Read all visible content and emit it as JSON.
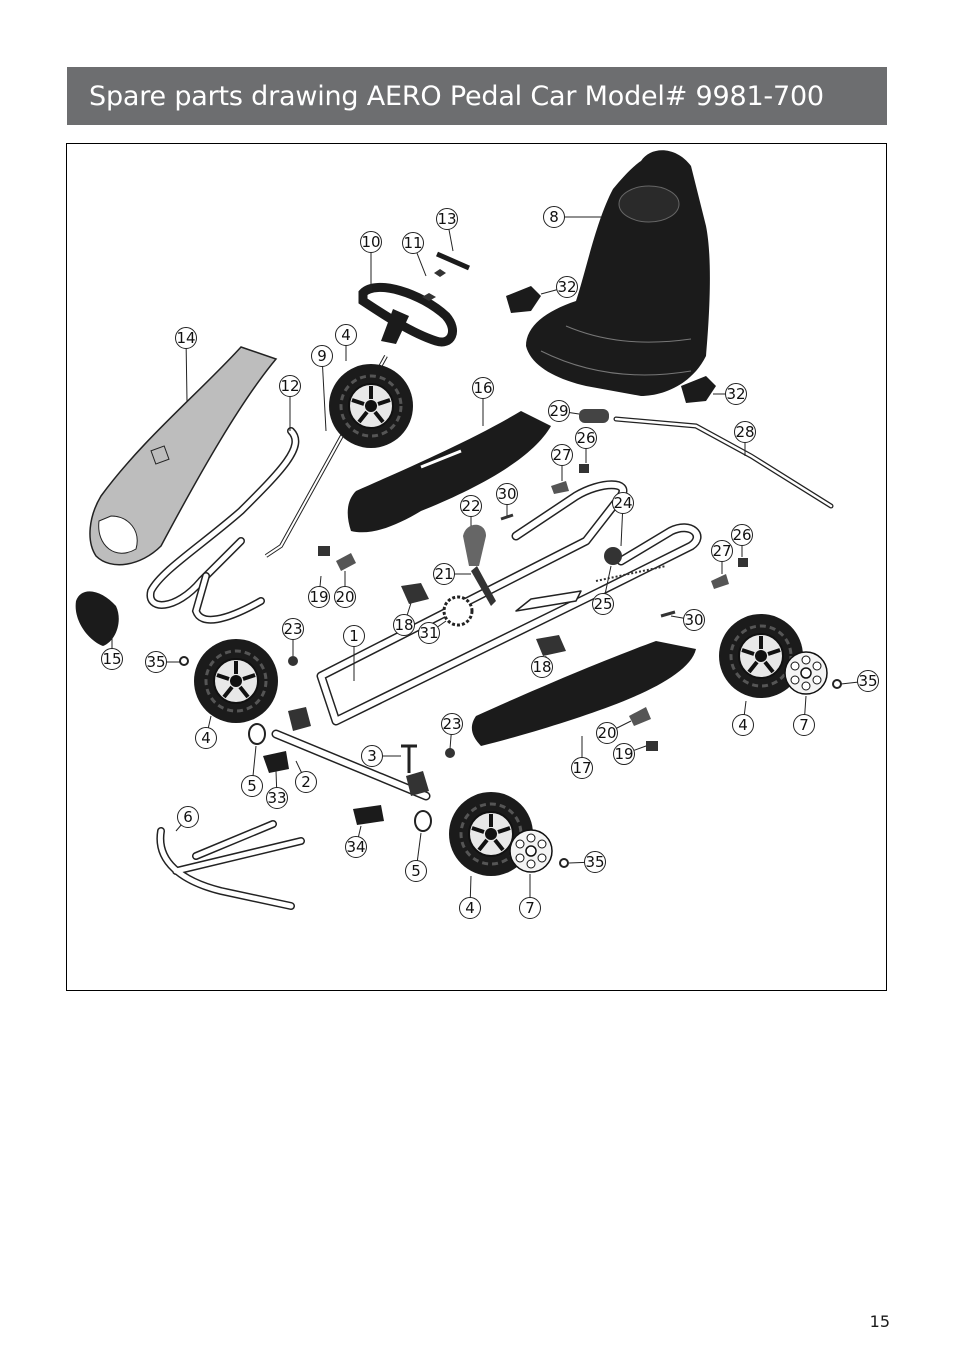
{
  "header": {
    "title": "Spare parts drawing AERO Pedal Car Model# 9981-700"
  },
  "page": {
    "number": "15"
  },
  "colors": {
    "title_bar": "#6d6e70",
    "part_dark": "#1b1b1b",
    "part_grey": "#bdbdbd"
  },
  "callouts": [
    {
      "label": "13"
    },
    {
      "label": "8"
    },
    {
      "label": "10"
    },
    {
      "label": "11"
    },
    {
      "label": "32"
    },
    {
      "label": "14"
    },
    {
      "label": "4"
    },
    {
      "label": "9"
    },
    {
      "label": "12"
    },
    {
      "label": "16"
    },
    {
      "label": "32"
    },
    {
      "label": "29"
    },
    {
      "label": "28"
    },
    {
      "label": "26"
    },
    {
      "label": "27"
    },
    {
      "label": "30"
    },
    {
      "label": "22"
    },
    {
      "label": "24"
    },
    {
      "label": "26"
    },
    {
      "label": "27"
    },
    {
      "label": "21"
    },
    {
      "label": "19"
    },
    {
      "label": "20"
    },
    {
      "label": "18"
    },
    {
      "label": "31"
    },
    {
      "label": "25"
    },
    {
      "label": "30"
    },
    {
      "label": "15"
    },
    {
      "label": "23"
    },
    {
      "label": "1"
    },
    {
      "label": "18"
    },
    {
      "label": "35"
    },
    {
      "label": "35"
    },
    {
      "label": "4"
    },
    {
      "label": "7"
    },
    {
      "label": "4"
    },
    {
      "label": "23"
    },
    {
      "label": "20"
    },
    {
      "label": "19"
    },
    {
      "label": "3"
    },
    {
      "label": "17"
    },
    {
      "label": "2"
    },
    {
      "label": "5"
    },
    {
      "label": "33"
    },
    {
      "label": "6"
    },
    {
      "label": "34"
    },
    {
      "label": "5"
    },
    {
      "label": "35"
    },
    {
      "label": "4"
    },
    {
      "label": "7"
    }
  ]
}
